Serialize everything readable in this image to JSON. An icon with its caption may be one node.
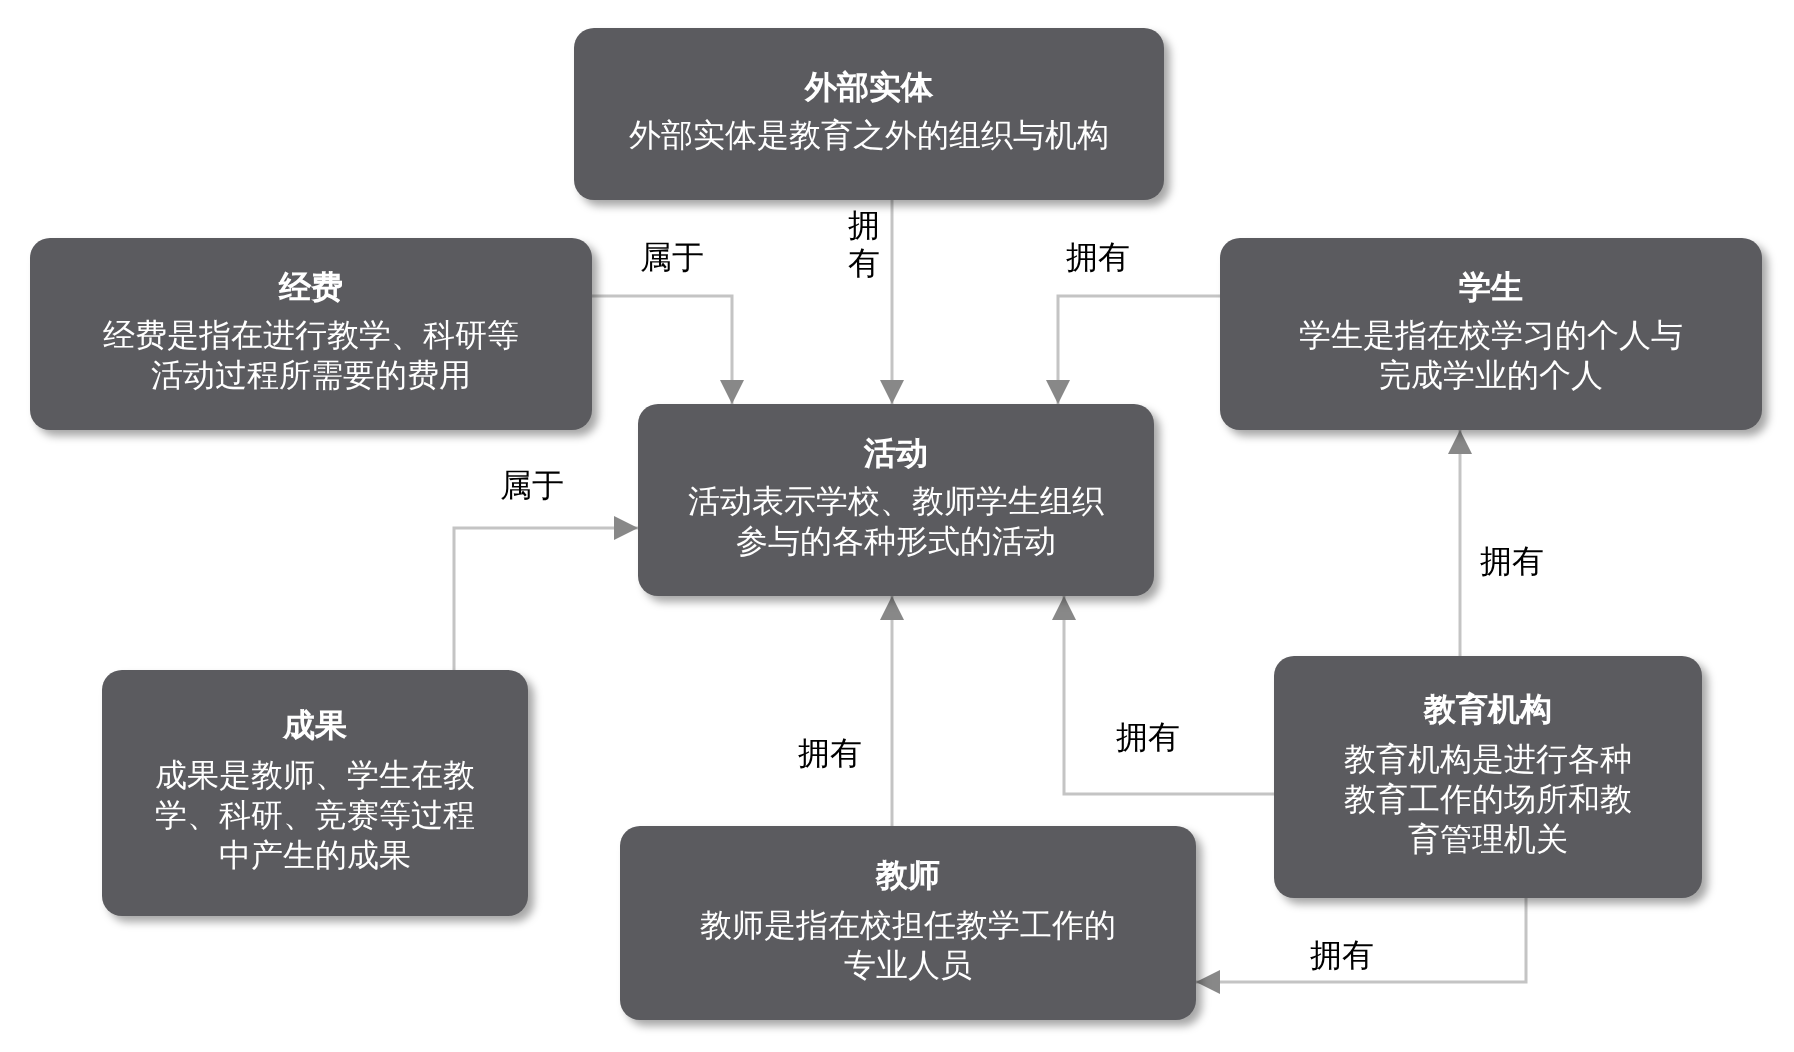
{
  "diagram": {
    "nodes": [
      {
        "text": [
          "外部实体",
          "外部实体是教育之外的组织与机构"
        ]
      },
      {
        "text": [
          "经费",
          "经费是指在进行教学、科研等活动过程所需要的费用"
        ]
      },
      {
        "text": [
          "学生",
          "学生是指在校学习的个人与完成学业的个人"
        ]
      },
      {
        "text": [
          "活动",
          "活动表示学校、教师学生组织参与的各种形式的活动"
        ]
      },
      {
        "text": [
          "成果",
          "成果是教师、学生在教学、科研、竞赛等过程中产生的成果"
        ]
      },
      {
        "text": [
          "教育机构",
          "教育机构是进行各种教育工作的场所和教育管理机关"
        ]
      },
      {
        "text": [
          "教师",
          "教师是指在校担任教学工作的专业人员"
        ]
      }
    ],
    "edges": [
      {
        "from": 0,
        "to": 3,
        "arrow": "to",
        "label": "拥有"
      },
      {
        "from": 1,
        "to": 3,
        "arrow": "to",
        "label": "属于"
      },
      {
        "from": 2,
        "to": 3,
        "arrow": "to",
        "label": "拥有"
      },
      {
        "from": 4,
        "to": 3,
        "arrow": "to",
        "label": "属于"
      },
      {
        "from": 6,
        "to": 3,
        "arrow": "to",
        "label": "拥有"
      },
      {
        "from": 5,
        "to": 3,
        "arrow": "to",
        "label": "拥有"
      },
      {
        "from": 5,
        "to": 2,
        "arrow": "to",
        "label": "拥有"
      },
      {
        "from": 5,
        "to": 6,
        "arrow": "to",
        "label": "拥有"
      }
    ]
  }
}
